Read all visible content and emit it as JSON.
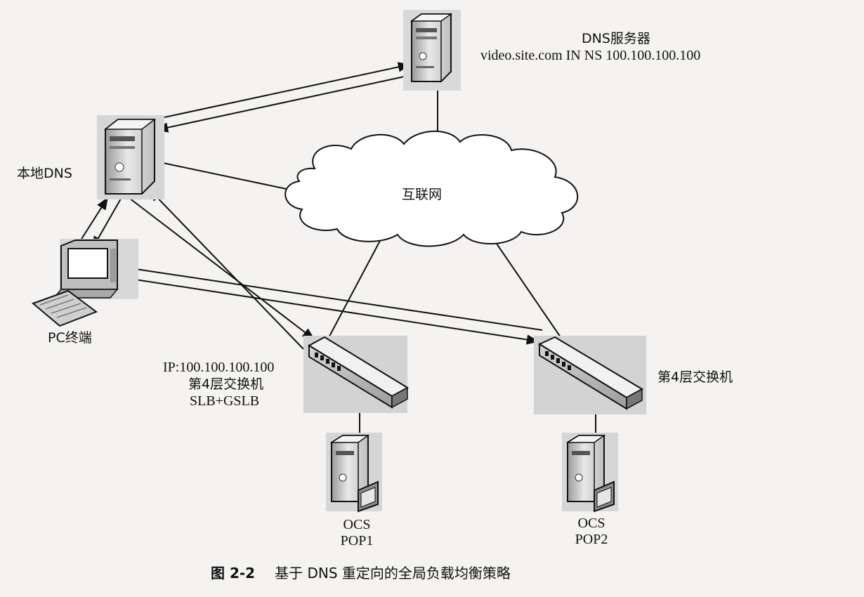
{
  "dns_server": {
    "title": "DNS服务器",
    "record": "video.site.com IN NS 100.100.100.100"
  },
  "local_dns": {
    "label": "本地DNS"
  },
  "internet": {
    "label": "互联网"
  },
  "pc": {
    "label": "PC终端"
  },
  "switch1": {
    "ip": "IP:100.100.100.100",
    "name": "第4层交换机",
    "role": "SLB+GSLB"
  },
  "switch2": {
    "name": "第4层交换机"
  },
  "ocs1": {
    "line1": "OCS",
    "line2": "POP1"
  },
  "ocs2": {
    "line1": "OCS",
    "line2": "POP2"
  },
  "caption": {
    "number": "图 2-2",
    "text": "基于 DNS 重定向的全局负载均衡策略"
  }
}
